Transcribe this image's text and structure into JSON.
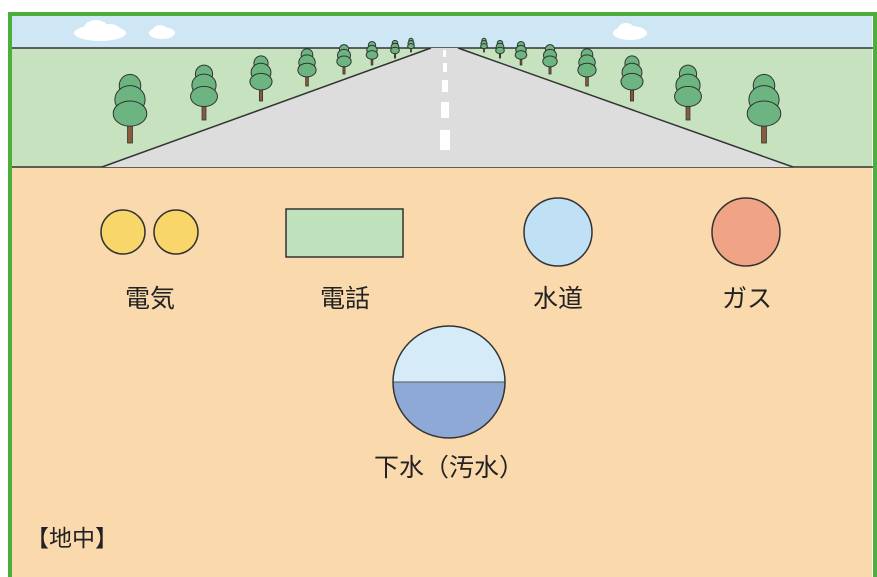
{
  "colors": {
    "frame": "#4caf3c",
    "sky": "#cfe6f5",
    "grass": "#c6e2bf",
    "road": "#dddddd",
    "ground": "#fad9ad",
    "tree": "#6cb580",
    "trunk": "#8a5a3c",
    "electric": "#f8d66a",
    "telephone": "#bfe2bd",
    "water": "#bfe0f5",
    "gas": "#f0a485",
    "sewer_top": "#d5ebf8",
    "sewer_bottom": "#8fa9d6"
  },
  "labels": {
    "electric": "電気",
    "telephone": "電話",
    "water": "水道",
    "gas": "ガス",
    "sewer": "下水（汚水）",
    "underground": "【地中】"
  }
}
